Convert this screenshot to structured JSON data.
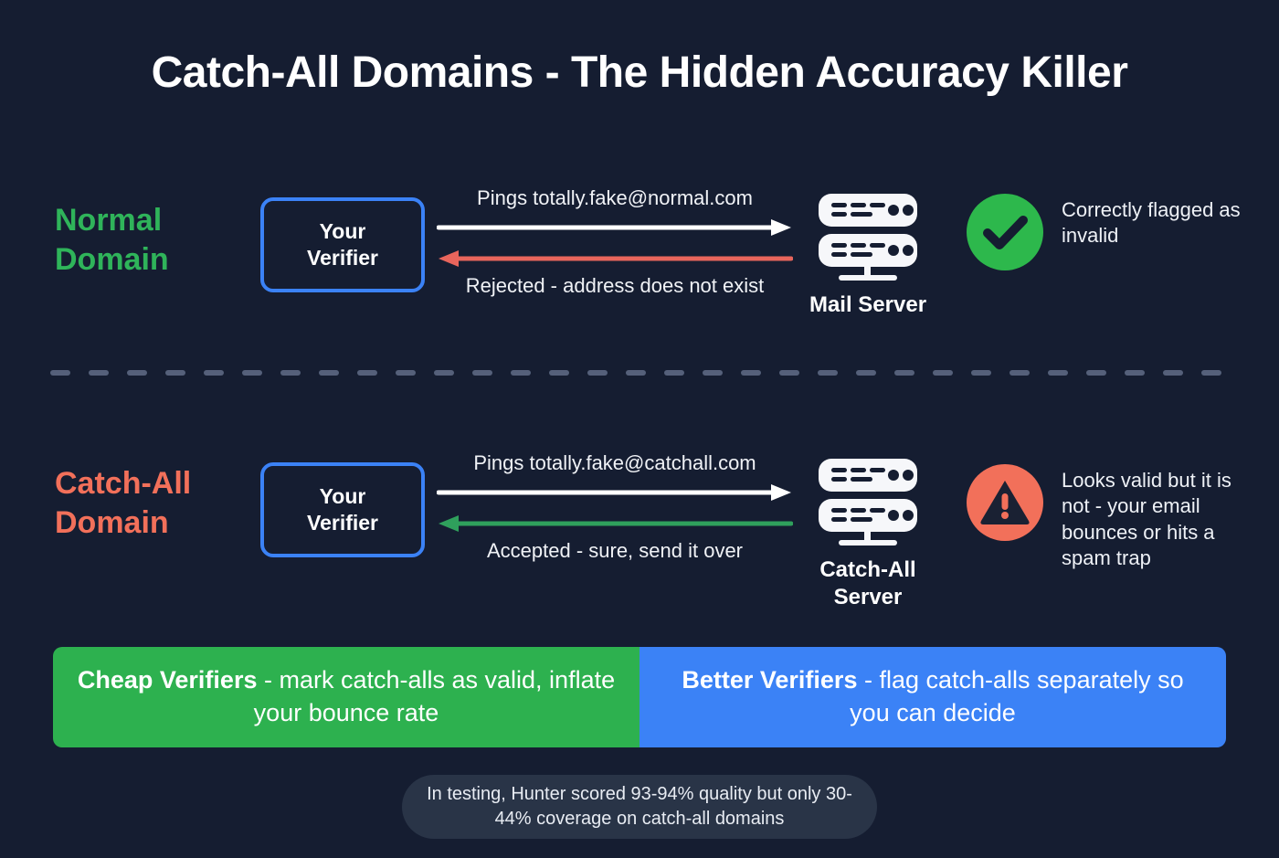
{
  "title": "Catch-All Domains - The Hidden Accuracy Killer",
  "colors": {
    "background": "#151d31",
    "green": "#2fb45a",
    "coral": "#f2705a",
    "blue": "#3b82f6",
    "banner_green": "#2db14f",
    "banner_blue": "#3b82f6",
    "arrow_white": "#ffffff",
    "arrow_red": "#e8655c",
    "arrow_green": "#2fa05c",
    "divider": "#55607a",
    "footnote_bg": "#293447"
  },
  "rows": [
    {
      "id": "normal",
      "label": "Normal\nDomain",
      "label_line1": "Normal",
      "label_line2": "Domain",
      "verifier_line1": "Your",
      "verifier_line2": "Verifier",
      "request_caption": "Pings totally.fake@normal.com",
      "response_caption": "Rejected - address does not exist",
      "request_arrow_color": "#ffffff",
      "response_arrow_color": "#e8655c",
      "server_name": "server-icon",
      "server_caption": "Mail Server",
      "status_icon": "check-circle-icon",
      "status_color": "#2db84c",
      "outcome_text": "Correctly flagged as invalid"
    },
    {
      "id": "catchall",
      "label": "Catch-All\nDomain",
      "label_line1": "Catch-All",
      "label_line2": "Domain",
      "verifier_line1": "Your",
      "verifier_line2": "Verifier",
      "request_caption": "Pings totally.fake@catchall.com",
      "response_caption": "Accepted - sure, send it over",
      "request_arrow_color": "#ffffff",
      "response_arrow_color": "#2fa05c",
      "server_name": "server-icon",
      "server_caption_line1": "Catch-All",
      "server_caption_line2": "Server",
      "status_icon": "warning-triangle-icon",
      "status_color": "#f2705a",
      "outcome_text": "Looks valid but it is not - your email bounces or hits a spam trap"
    }
  ],
  "banners": [
    {
      "id": "cheap",
      "strong": "Cheap Verifiers",
      "rest": " - mark catch-alls as valid, inflate your bounce rate",
      "color": "#2db14f"
    },
    {
      "id": "better",
      "strong": "Better Verifiers",
      "rest": " - flag catch-alls separately so you can decide",
      "color": "#3b82f6"
    }
  ],
  "footnote": "In testing, Hunter scored 93-94% quality but only 30-44% coverage on catch-all domains"
}
